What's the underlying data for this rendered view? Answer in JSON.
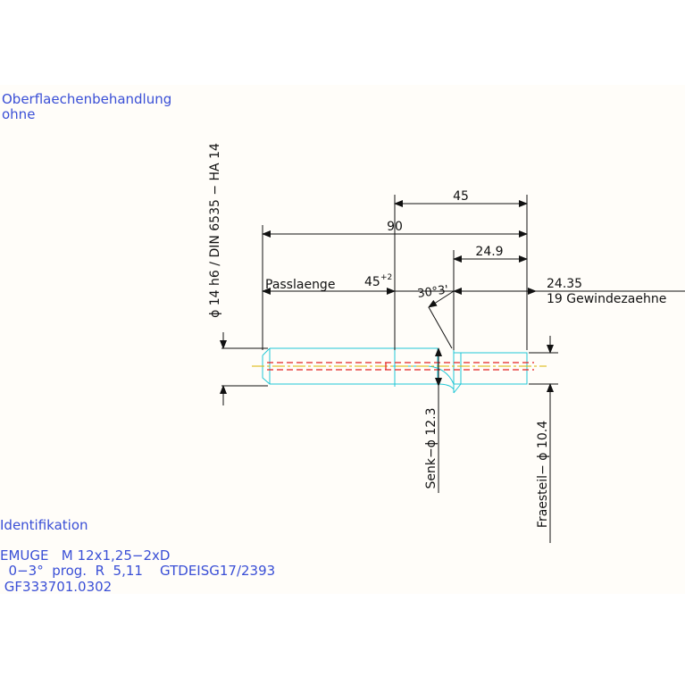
{
  "notes": {
    "surface_title": "Oberflaechenbehandlung",
    "surface_value": "ohne",
    "ident_title": "Identifikation",
    "ident_line1": "EMUGE   M 12x1,25−2xD",
    "ident_line2": "  0−3°  prog.  R  5,11    GTDEISG17/2393",
    "ident_line3": " GF333701.0302"
  },
  "dimensions": {
    "shank_spec": "ϕ 14 h6 / DIN 6535 − HA 14",
    "dim_45": "45",
    "dim_90": "90",
    "dim_24_9": "24.9",
    "fit_length_label": "Passlaenge",
    "fit_length_value": "45",
    "fit_length_tol": "+2",
    "angle": "30°3'",
    "thread_length": "24.35",
    "thread_teeth": "19  Gewindezaehne",
    "countersink": "Senk−ϕ 12.3",
    "mill_part": "Fraesteil−  ϕ 10.4"
  },
  "colors": {
    "notes": "#3a4fd6",
    "dimension_lines": "#111111",
    "outline": "#22c7d6",
    "hidden_lines": "#e32222",
    "center_line": "#d8b400"
  }
}
